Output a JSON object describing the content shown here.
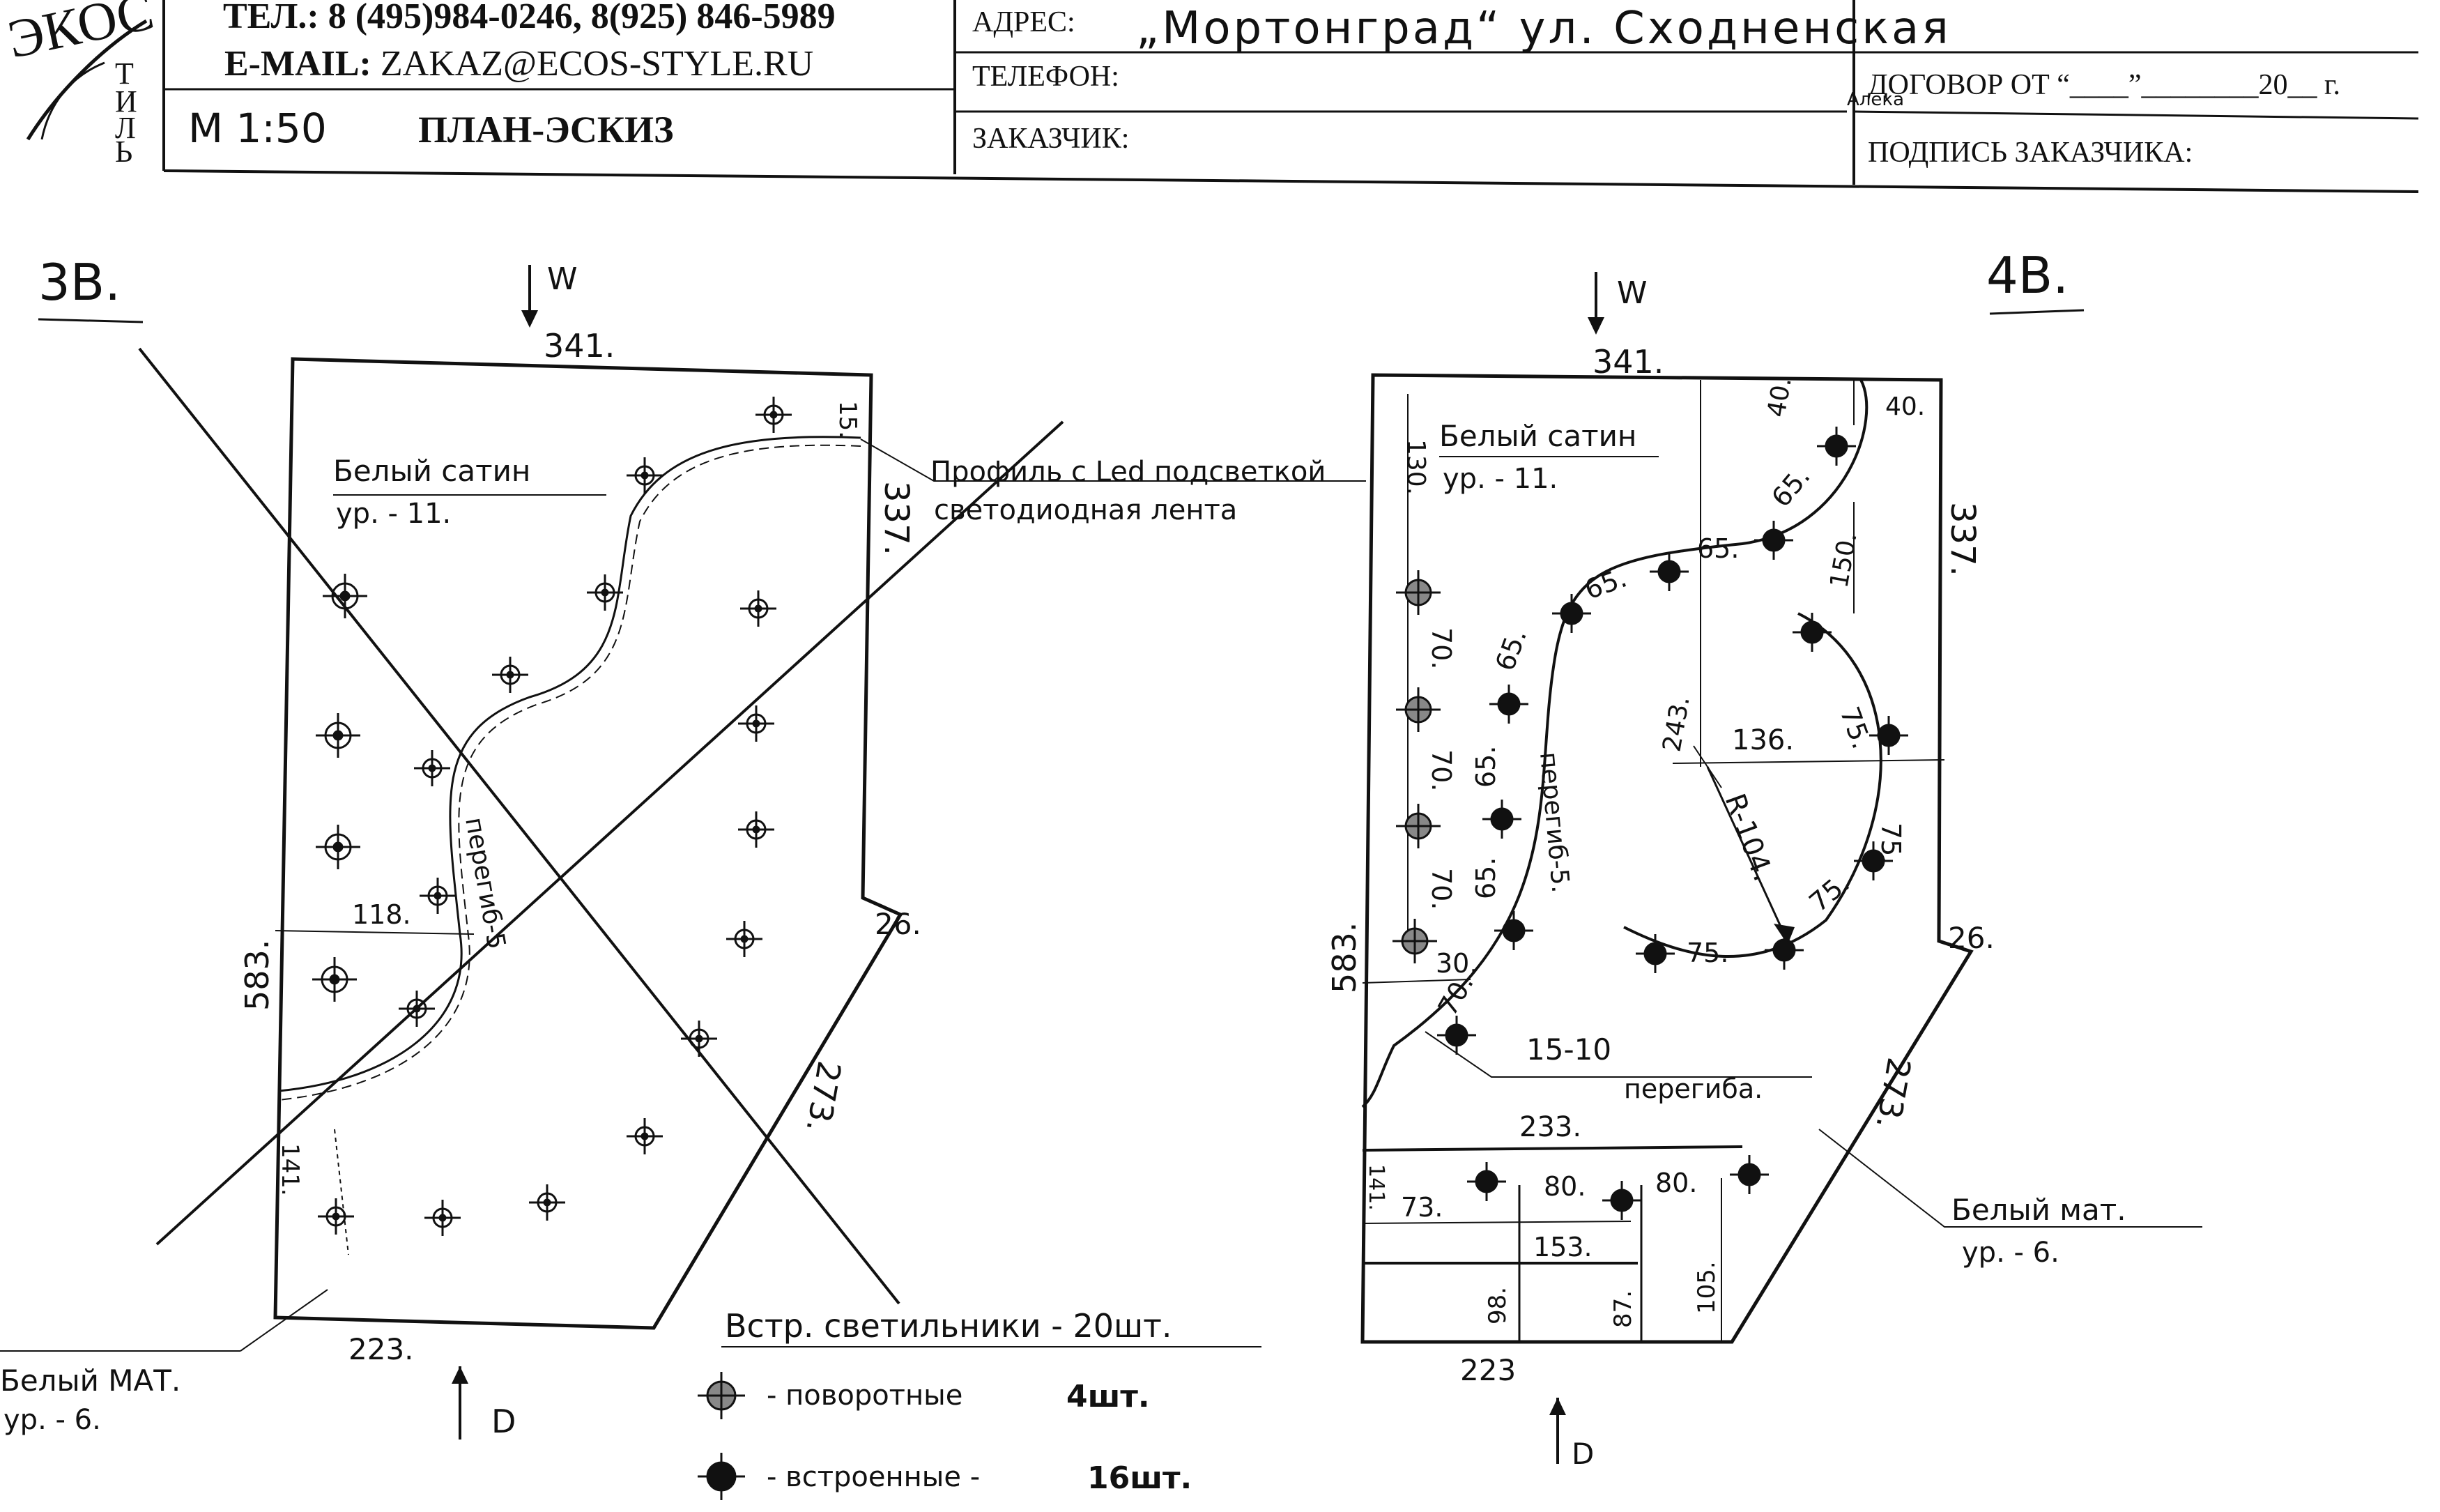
{
  "header": {
    "logo_letters": "ЭКОС ТИЛЬ",
    "phone_line": "ТЕЛ.: 8 (495)984-0246, 8(925) 846-5989",
    "email_label": "E-MAIL:",
    "email_value": "ZAKAZ@ECOS-STYLE.RU",
    "scale": "М 1:50",
    "doc_title": "ПЛАН-ЭСКИЗ",
    "address_label": "АДРЕС:",
    "address_value": "„Мортонград“ ул. Сходненская",
    "phone_label": "ТЕЛЕФОН:",
    "customer_label": "ЗАКАЗЧИК:",
    "contract_label": "ДОГОВОР ОТ “____”________20__ г.",
    "signature_label": "ПОДПИСЬ ЗАКАЗЧИКА:",
    "stray_mark": "Алека"
  },
  "plan_3b": {
    "label": "3В.",
    "north_arrow": "W",
    "south_arrow": "D",
    "dim_top": "341.",
    "dim_right": "337.",
    "dim_notch": "26.",
    "dim_diag": "273.",
    "dim_left": "583.",
    "dim_bottom": "223.",
    "dim_inner": "118.",
    "dim_corner": "141.",
    "dim_small": "15.",
    "zone_top": "Белый сатин",
    "zone_top_level": "ур. - 11.",
    "profile_note_1": "Профиль с Led подсветкой",
    "profile_note_2": "светодиодная лента",
    "bend_note": "перегиб-5",
    "zone_bottom": "Белый МАТ.",
    "zone_bottom_level": "ур. - 6."
  },
  "plan_4b": {
    "label": "4В.",
    "north_arrow": "W",
    "south_arrow": "D",
    "dim_top": "341.",
    "dim_right": "337.",
    "dim_notch": "26.",
    "dim_diag": "273.",
    "dim_left": "583.",
    "dim_bottom": "223",
    "dim_40": "40.",
    "dim_130": "130.",
    "dim_150": "150.",
    "dim_243": "243.",
    "dim_136": "136.",
    "dim_radius": "R-104.",
    "dim_65": "65.",
    "dim_70": "70.",
    "dim_75": "75.",
    "dim_30": "30.",
    "dim_233": "233.",
    "dim_73": "73.",
    "dim_80": "80.",
    "dim_153": "153.",
    "dim_98": "98.",
    "dim_87": "87.",
    "dim_105": "105.",
    "dim_141": "141.",
    "zone_top": "Белый сатин",
    "zone_top_level": "ур. - 11.",
    "bend_note": "перегиб-5.",
    "bend_count": "15-10",
    "bend_count_unit": "перегиба.",
    "zone_bottom": "Белый мат.",
    "zone_bottom_level": "ур. - 6."
  },
  "legend": {
    "title": "Встр. светильники - 20шт.",
    "rotating_label": "- поворотные",
    "rotating_count": "4шт.",
    "builtin_label": "- встроенные -",
    "builtin_count": "16шт."
  }
}
